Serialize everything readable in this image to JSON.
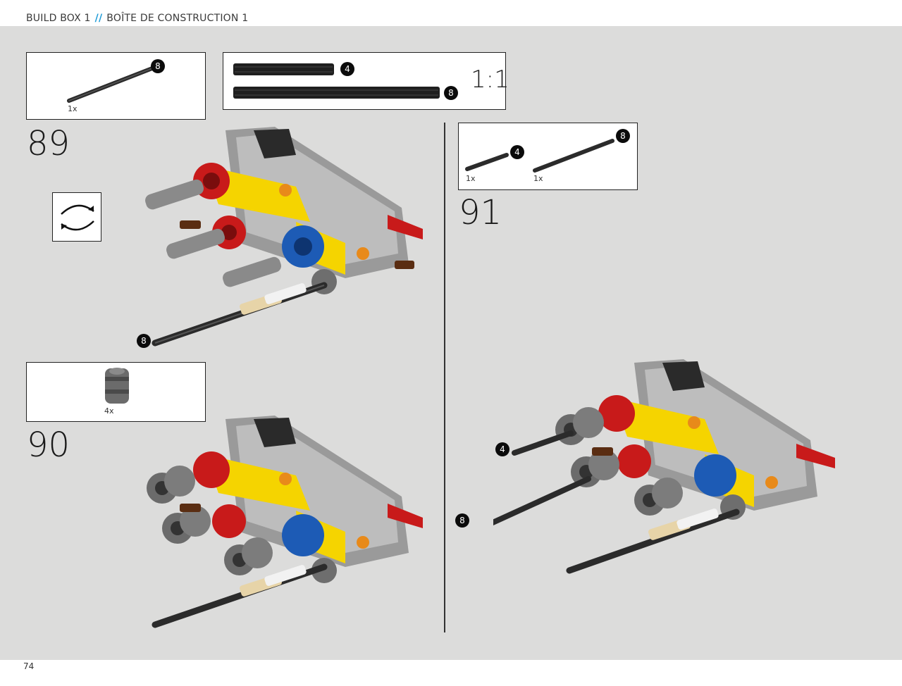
{
  "header": {
    "title_en": "BUILD BOX 1",
    "separator": "//",
    "title_fr": "BOÎTE DE CONSTRUCTION 1"
  },
  "page_number": "74",
  "steps": [
    {
      "number": "89",
      "parts": [
        {
          "length_badge": "8",
          "quantity": "1x"
        }
      ],
      "callout_badge": "8"
    },
    {
      "number": "90",
      "parts": [
        {
          "quantity": "4x"
        }
      ]
    },
    {
      "number": "91",
      "parts": [
        {
          "length_badge": "4",
          "quantity": "1x"
        },
        {
          "length_badge": "8",
          "quantity": "1x"
        }
      ],
      "callout_badges": [
        "4",
        "8"
      ]
    }
  ],
  "scale_reference": {
    "label": "1:1",
    "axles": [
      {
        "length_badge": "4"
      },
      {
        "length_badge": "8"
      }
    ]
  },
  "icons": {
    "rotate": "rotate-model-icon"
  },
  "colors": {
    "background": "#dcdcdb",
    "accent": "#1e9bd7",
    "badge": "#0b0b0b",
    "yellow": "#f5d400",
    "red": "#c81a1a",
    "blue": "#1d5bb5",
    "orange": "#e88a1a"
  }
}
